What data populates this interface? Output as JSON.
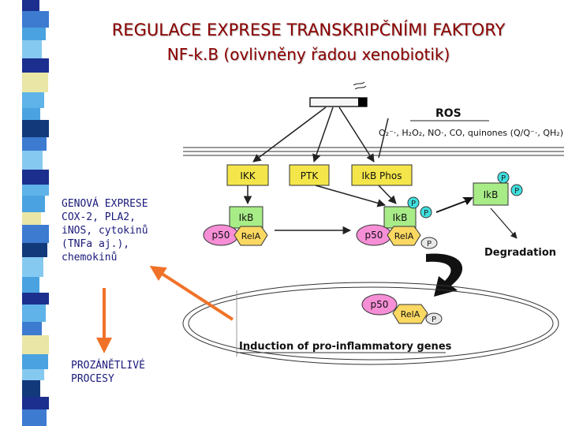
{
  "title": {
    "line1": "REGULACE EXPRESE TRANSKRIPČNÍMI FAKTORY",
    "line2": "NF-k.B (ovlivněny řadou xenobiotik)"
  },
  "gene_expression_note": {
    "lines": [
      "GENOVÁ EXPRESE",
      "COX-2, PLA2,",
      "iNOS, cytokinů",
      "(TNFa aj.),",
      "chemokinů"
    ]
  },
  "process_note": {
    "lines": [
      "PROZÁNĚTLIVÉ",
      "PROCESY"
    ]
  },
  "diagram": {
    "ros_label": "ROS",
    "ros_species": "O₂⁻·, H₂O₂, NO·, CO, quinones (Q/Q⁻·, QH₂)",
    "kinases": {
      "ikk": "IKK",
      "ptk": "PTK",
      "ikb_phos": "IkB Phos"
    },
    "proteins": {
      "ikb": "IkB",
      "p50": "p50",
      "rela": "RelA",
      "phospho": "P"
    },
    "degradation": "Degradation",
    "induction": "Induction of pro-inflammatory genes"
  },
  "colors": {
    "title": "#8b0000",
    "note_text": "#1a1a7a",
    "kinase_box": "#f4e64a",
    "ikb_box": "#a8ec88",
    "p50_fill": "#f68fd6",
    "rela_fill": "#fbd862",
    "phospho_fill": "#3ee0df",
    "arrow_orange": "#f07228",
    "stripe": [
      "#1c2f8e",
      "#4aa3e0",
      "#3d7bd1",
      "#86c9f0",
      "#e9e6a6",
      "#123a7a",
      "#5fb3e8"
    ]
  },
  "icons": [
    "membrane-receptor-icon",
    "curved-arrow-icon",
    "dna-loop-icon"
  ]
}
